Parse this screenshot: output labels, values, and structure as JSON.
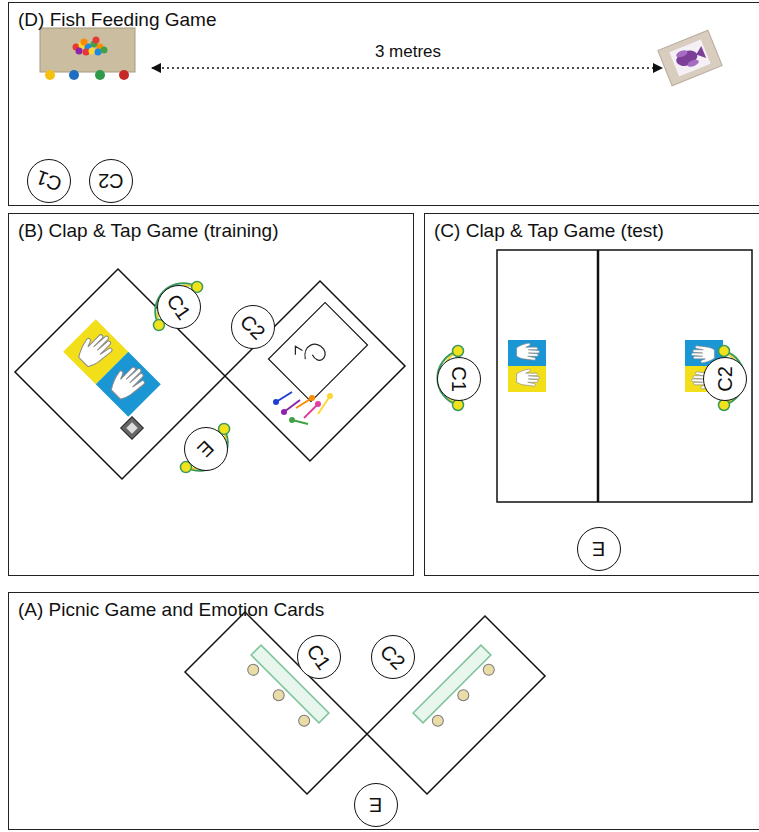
{
  "diagram": {
    "nodes": [
      {
        "text": [
          "(D) Fish Feeding Game"
        ]
      },
      {
        "text": [
          "C1"
        ],
        "in": 0
      },
      {
        "text": [
          "C2"
        ],
        "in": 0
      },
      {
        "text": [
          "(B) Clap & Tap Game (training)"
        ]
      },
      {
        "text": [
          "C1"
        ],
        "in": 3
      },
      {
        "text": [
          "C2"
        ],
        "in": 3
      },
      {
        "text": [
          "E"
        ],
        "in": 3
      },
      {
        "text": [
          "(C) Clap & Tap Game (test)"
        ]
      },
      {
        "text": [
          "C1"
        ],
        "in": 7
      },
      {
        "text": [
          "C2"
        ],
        "in": 7
      },
      {
        "text": [
          "E"
        ],
        "in": 7
      },
      {
        "text": [
          "(A) Picnic Game and Emotion Cards"
        ]
      },
      {
        "text": [
          "C1"
        ],
        "in": 11
      },
      {
        "text": [
          "C2"
        ],
        "in": 11
      },
      {
        "text": [
          "E"
        ],
        "in": 11
      }
    ],
    "labels": [
      "3 metres"
    ]
  }
}
